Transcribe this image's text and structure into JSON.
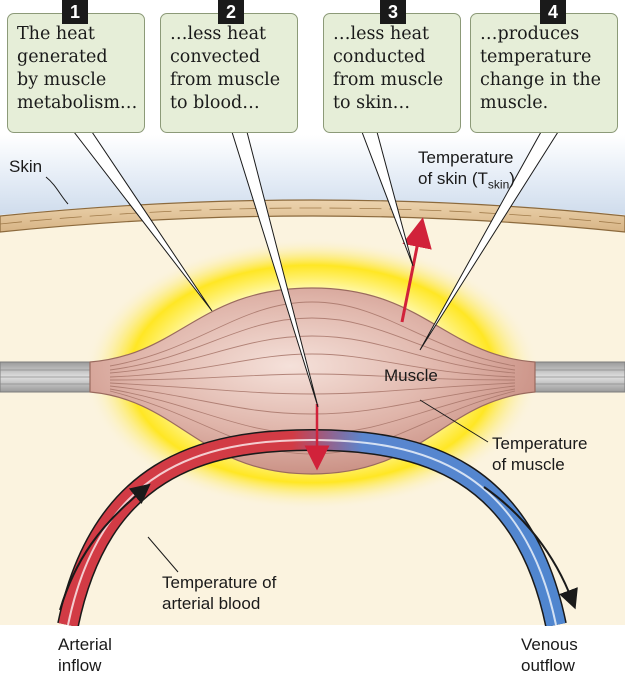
{
  "steps": [
    {
      "number": "1",
      "lines": [
        "The heat",
        "generated",
        "by muscle",
        "metabolism…"
      ]
    },
    {
      "number": "2",
      "lines": [
        "…less heat",
        "convected",
        "from muscle",
        "to blood…"
      ]
    },
    {
      "number": "3",
      "lines": [
        "…less  heat",
        "conducted",
        "from muscle",
        "to skin…"
      ]
    },
    {
      "number": "4",
      "lines": [
        "…produces",
        "temperature",
        "change in the",
        "muscle."
      ]
    }
  ],
  "labels": {
    "skin": "Skin",
    "temp_skin_line1": "Temperature",
    "temp_skin_line2_pre": "of skin (T",
    "temp_skin_sub": "skin",
    "temp_skin_line2_post": ")",
    "muscle": "Muscle",
    "temp_muscle": [
      "Temperature",
      "of muscle"
    ],
    "temp_arterial": [
      "Temperature of",
      "arterial blood"
    ],
    "arterial_inflow": [
      "Arterial",
      "inflow"
    ],
    "venous_outflow": [
      "Venous",
      "outflow"
    ]
  },
  "colors": {
    "callout_bg": "#e6eed8",
    "skin_layer": "#e2c49c",
    "muscle": "#d9ada1",
    "glow": "#ffe600",
    "artery": "#d2343f",
    "vein": "#4f86cf",
    "heat_arrow": "#d1223a"
  }
}
